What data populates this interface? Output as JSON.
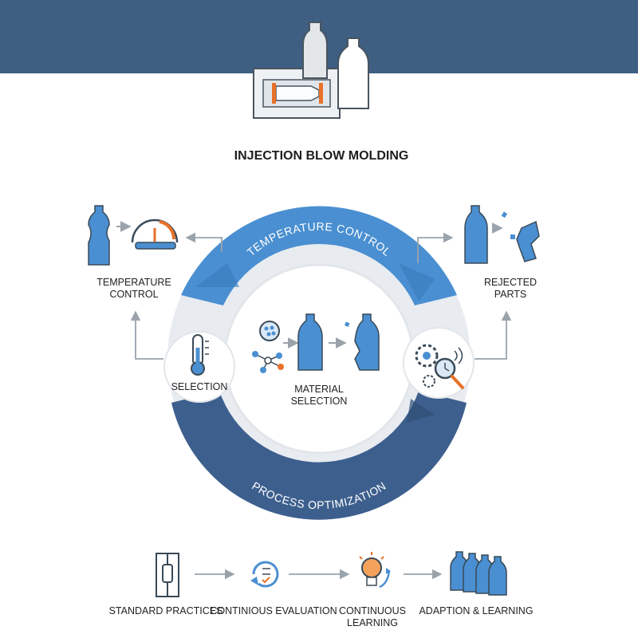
{
  "title": "INJECTION BLOW MOLDING",
  "cycle": {
    "top_arc_label": "TEMPERATURE CONTROL",
    "bottom_arc_label": "PROCESS OPTIMIZATION",
    "left_node_label": "SELECTION",
    "center_label_line1": "MATERIAL",
    "center_label_line2": "SELECTION"
  },
  "left_panel": {
    "line1": "TEMPERATURE",
    "line2": "CONTROL"
  },
  "right_panel": {
    "line1": "REJECTED",
    "line2": "PARTS"
  },
  "steps": [
    {
      "line1": "STANDARD PRACTICES",
      "line2": ""
    },
    {
      "line1": "CONTINIOUS EVALUATION",
      "line2": ""
    },
    {
      "line1": "CONTINUOUS",
      "line2": "LEARNING"
    },
    {
      "line1": "ADAPTION & LEARNING",
      "line2": ""
    }
  ],
  "colors": {
    "header": "#3e5f82",
    "arc_light": "#4a8fd1",
    "arc_dark": "#3d5f8e",
    "accent": "#e8712a",
    "bottle": "#4a8fd1",
    "ring": "#e8ecf0"
  }
}
